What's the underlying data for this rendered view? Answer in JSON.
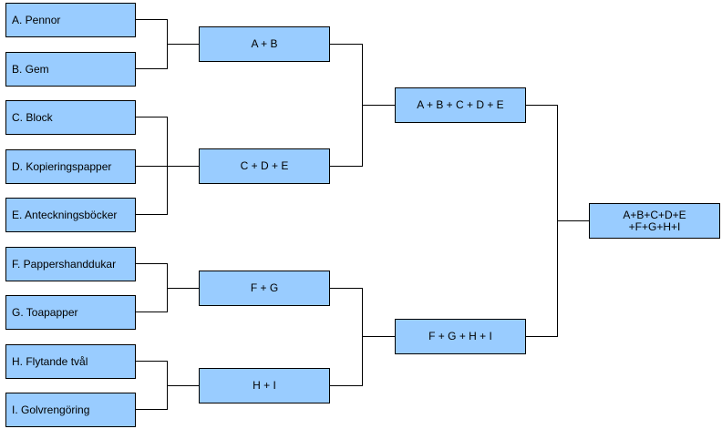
{
  "items": [
    {
      "id": "a",
      "label": "A. Pennor"
    },
    {
      "id": "b",
      "label": "B. Gem"
    },
    {
      "id": "c",
      "label": "C. Block"
    },
    {
      "id": "d",
      "label": "D. Kopieringspapper"
    },
    {
      "id": "e",
      "label": "E. Anteckningsböcker"
    },
    {
      "id": "f",
      "label": "F. Pappershanddukar"
    },
    {
      "id": "g",
      "label": "G. Toapapper"
    },
    {
      "id": "h",
      "label": "H. Flytande tvål"
    },
    {
      "id": "i",
      "label": "I. Golvrengöring"
    }
  ],
  "groups": {
    "ab": "A + B",
    "cde": "C + D + E",
    "fg": "F + G",
    "hi": "H + I",
    "abcde": "A + B + C + D + E",
    "fghi": "F + G + H + I"
  },
  "final": {
    "line1": "A+B+C+D+E",
    "line2": "+F+G+H+I"
  },
  "colors": {
    "box_fill": "#99ccff",
    "box_border": "#000000",
    "connector": "#000000"
  }
}
